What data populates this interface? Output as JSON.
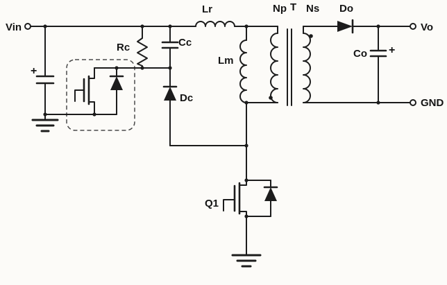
{
  "labels": {
    "vin": "Vin",
    "plus_in": "+",
    "rc": "Rc",
    "cc": "Cc",
    "dc": "Dc",
    "lr": "Lr",
    "lm": "Lm",
    "np": "Np",
    "t": "T",
    "ns": "Ns",
    "do": "Do",
    "vo": "Vo",
    "co": "Co",
    "plus_out": "+",
    "gnd": "GND",
    "q1": "Q1"
  },
  "colors": {
    "line": "#1c1c1c",
    "label": "#141414",
    "background": "#fcfbf8"
  }
}
